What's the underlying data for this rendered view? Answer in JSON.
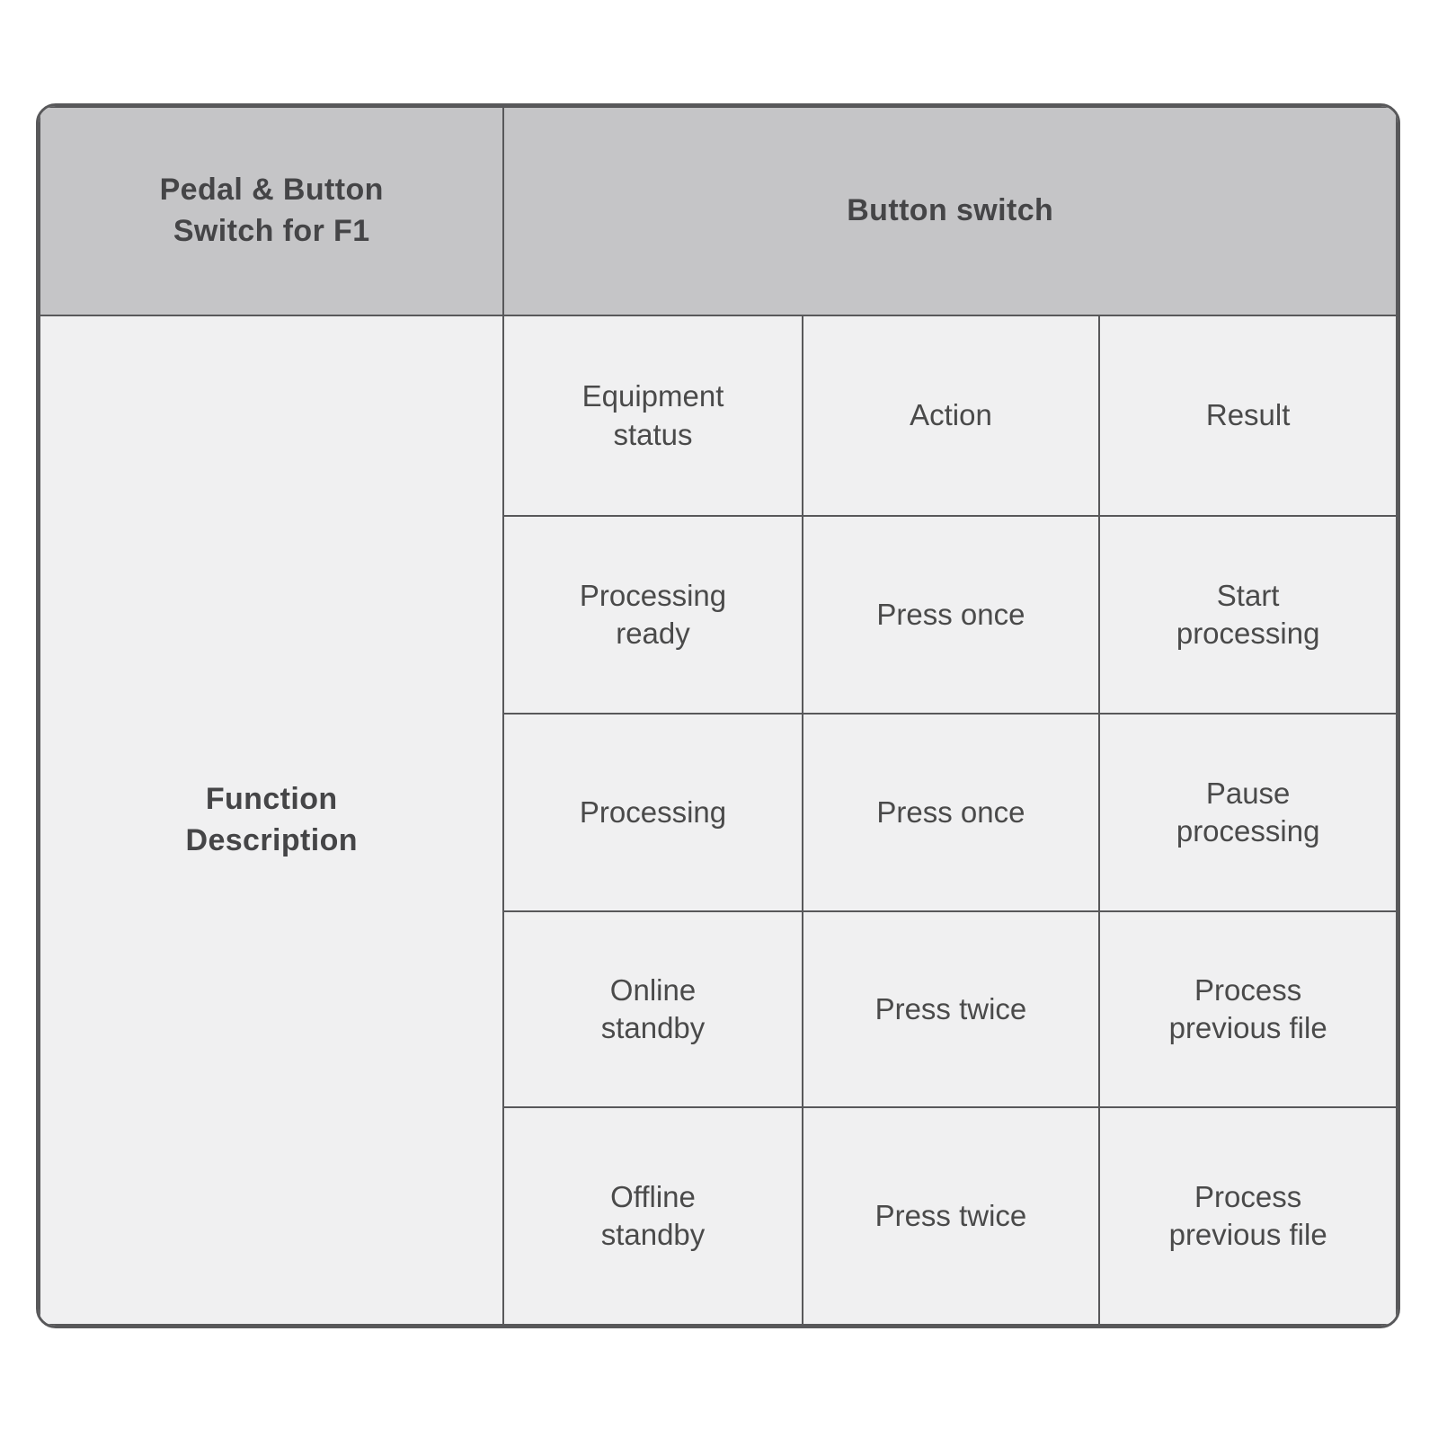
{
  "colors": {
    "header_bg": "#c5c5c7",
    "body_bg": "#f0f0f1",
    "border": "#58585a",
    "heading_text": "#454547",
    "body_text": "#4a4a4a",
    "page_bg": "#ffffff"
  },
  "table": {
    "header": {
      "left": "Pedal & Button\nSwitch for F1",
      "right": "Button switch"
    },
    "side_label": "Function\nDescription",
    "columns": [
      "Equipment status",
      "Action",
      "Result"
    ],
    "rows": [
      [
        "Equipment\nstatus",
        "Action",
        "Result"
      ],
      [
        "Processing\nready",
        "Press once",
        "Start\nprocessing"
      ],
      [
        "Processing",
        "Press once",
        "Pause\nprocessing"
      ],
      [
        "Online\nstandby",
        "Press twice",
        "Process\nprevious file"
      ],
      [
        "Offline\nstandby",
        "Press twice",
        "Process\nprevious file"
      ]
    ]
  }
}
